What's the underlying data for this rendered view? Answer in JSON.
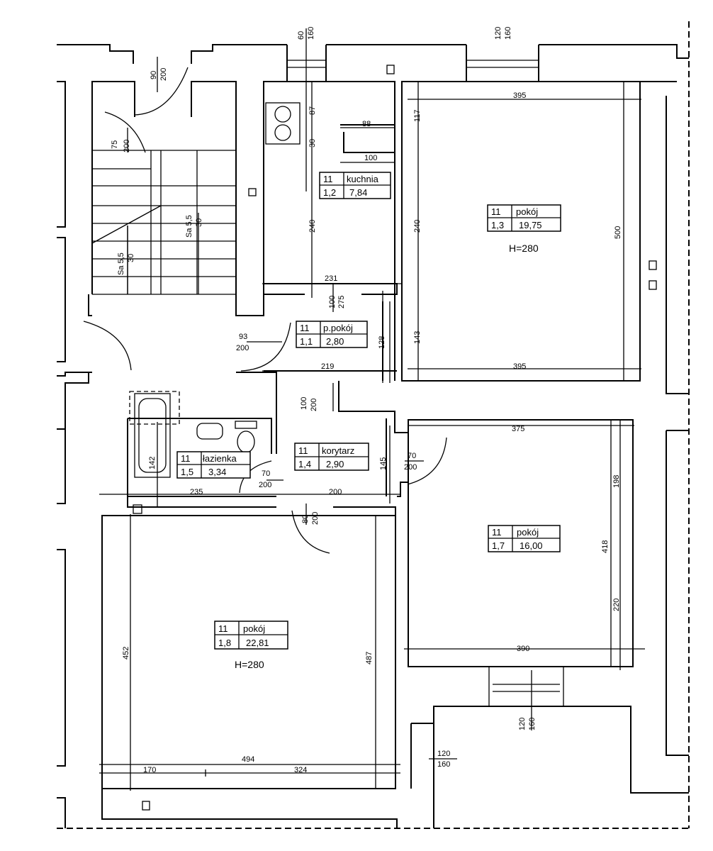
{
  "rooms": {
    "kitchen": {
      "floor": "11",
      "name": "kuchnia",
      "id": "1,2",
      "area": "7,84"
    },
    "hall": {
      "floor": "11",
      "name": "p.pokój",
      "id": "1,1",
      "area": "2,80"
    },
    "room13": {
      "floor": "11",
      "name": "pokój",
      "id": "1,3",
      "area": "19,75",
      "height": "H=280"
    },
    "bath": {
      "floor": "11",
      "name": "łazienka",
      "id": "1,5",
      "area": "3,34"
    },
    "corridor": {
      "floor": "11",
      "name": "korytarz",
      "id": "1,4",
      "area": "2,90"
    },
    "room17": {
      "floor": "11",
      "name": "pokój",
      "id": "1,7",
      "area": "16,00"
    },
    "room18": {
      "floor": "11",
      "name": "pokój",
      "id": "1,8",
      "area": "22,81",
      "height": "H=280"
    }
  },
  "dimensions": [
    "60",
    "160",
    "120",
    "160",
    "90",
    "200",
    "75",
    "200",
    "88",
    "100",
    "87",
    "30",
    "240",
    "231",
    "100",
    "275",
    "93",
    "200",
    "128",
    "219",
    "395",
    "117",
    "240",
    "143",
    "500",
    "395",
    "100",
    "200",
    "142",
    "235",
    "70",
    "200",
    "200",
    "145",
    "70",
    "200",
    "375",
    "198",
    "418",
    "220",
    "390",
    "80",
    "200",
    "452",
    "487",
    "494",
    "170",
    "324",
    "120",
    "160",
    "120",
    "160",
    "Sa 5,5",
    "30",
    "Sa 5,5",
    "30"
  ]
}
